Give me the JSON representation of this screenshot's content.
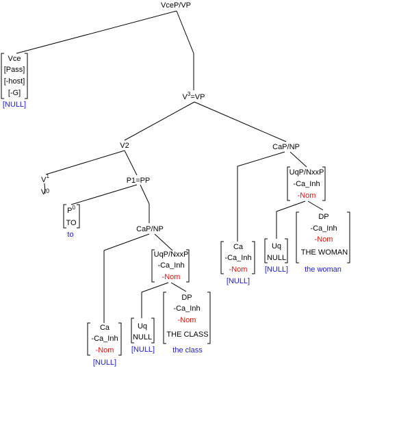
{
  "colors": {
    "line": "#000000",
    "feature_red": "#e01010",
    "gloss_blue": "#1a1ad0"
  },
  "nodes": {
    "root": "VceP/VP",
    "vce": {
      "head": "Vce",
      "features": [
        "[Pass]",
        "[-host]",
        "[-G]"
      ],
      "gloss": "[NULL]"
    },
    "v3": {
      "base": "V",
      "sup": "3",
      "rest": "=VP"
    },
    "v2": "V2",
    "v1": {
      "base": "V",
      "sup": "1"
    },
    "v0": {
      "base": "V",
      "sub": "0"
    },
    "p1": "P1=PP",
    "p0": {
      "base": "P",
      "sup": "0",
      "value": "TO",
      "gloss": "to"
    },
    "cap_low": "CaP/NP",
    "cap_high": "CaP/NP",
    "ca_low": {
      "head": "Ca",
      "feature": "-Ca_Inh",
      "neg": "-Nom",
      "gloss": "[NULL]"
    },
    "ca_high": {
      "head": "Ca",
      "feature": "-Ca_Inh",
      "neg": "-Nom",
      "gloss": "[NULL]"
    },
    "uqp_low": {
      "head": "UqP/NxxP",
      "feature": "-Ca_Inh",
      "neg": "-Nom"
    },
    "uqp_high": {
      "head": "UqP/NxxP",
      "feature": "-Ca_Inh",
      "neg": "-Nom"
    },
    "uq_low": {
      "head": "Uq",
      "value": "NULL",
      "gloss": "[NULL]"
    },
    "uq_high": {
      "head": "Uq",
      "value": "NULL",
      "gloss": "[NULL]"
    },
    "dp_low": {
      "head": "DP",
      "feature": "-Ca_Inh",
      "neg": "-Nom",
      "value": "THE CLASS",
      "gloss": "the class"
    },
    "dp_high": {
      "head": "DP",
      "feature": "-Ca_Inh",
      "neg": "-Nom",
      "value": "THE WOMAN",
      "gloss": "the woman"
    }
  }
}
